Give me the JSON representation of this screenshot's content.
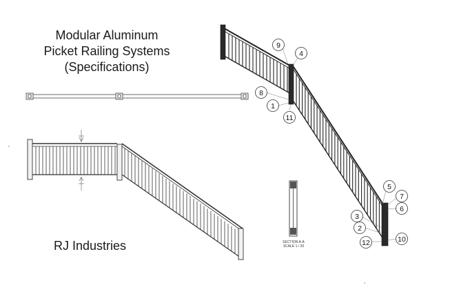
{
  "title": {
    "line1": "Modular Aluminum",
    "line2": "Picket Railing Systems",
    "line3": "(Specifications)"
  },
  "company": "RJ Industries",
  "section": {
    "caption_line1": "SECTION A-A",
    "caption_line2": "SCALE 1 / 20"
  },
  "callouts": [
    {
      "id": "callout-9",
      "label": "9"
    },
    {
      "id": "callout-4",
      "label": "4"
    },
    {
      "id": "callout-8",
      "label": "8"
    },
    {
      "id": "callout-1",
      "label": "1"
    },
    {
      "id": "callout-11",
      "label": "11"
    },
    {
      "id": "callout-5",
      "label": "5"
    },
    {
      "id": "callout-7",
      "label": "7"
    },
    {
      "id": "callout-6",
      "label": "6"
    },
    {
      "id": "callout-3",
      "label": "3"
    },
    {
      "id": "callout-2",
      "label": "2"
    },
    {
      "id": "callout-12",
      "label": "12"
    },
    {
      "id": "callout-10",
      "label": "10"
    }
  ],
  "colors": {
    "line": "#333333",
    "post_fill": "#e6e6e6",
    "dark_post": "#2a2a2a"
  }
}
